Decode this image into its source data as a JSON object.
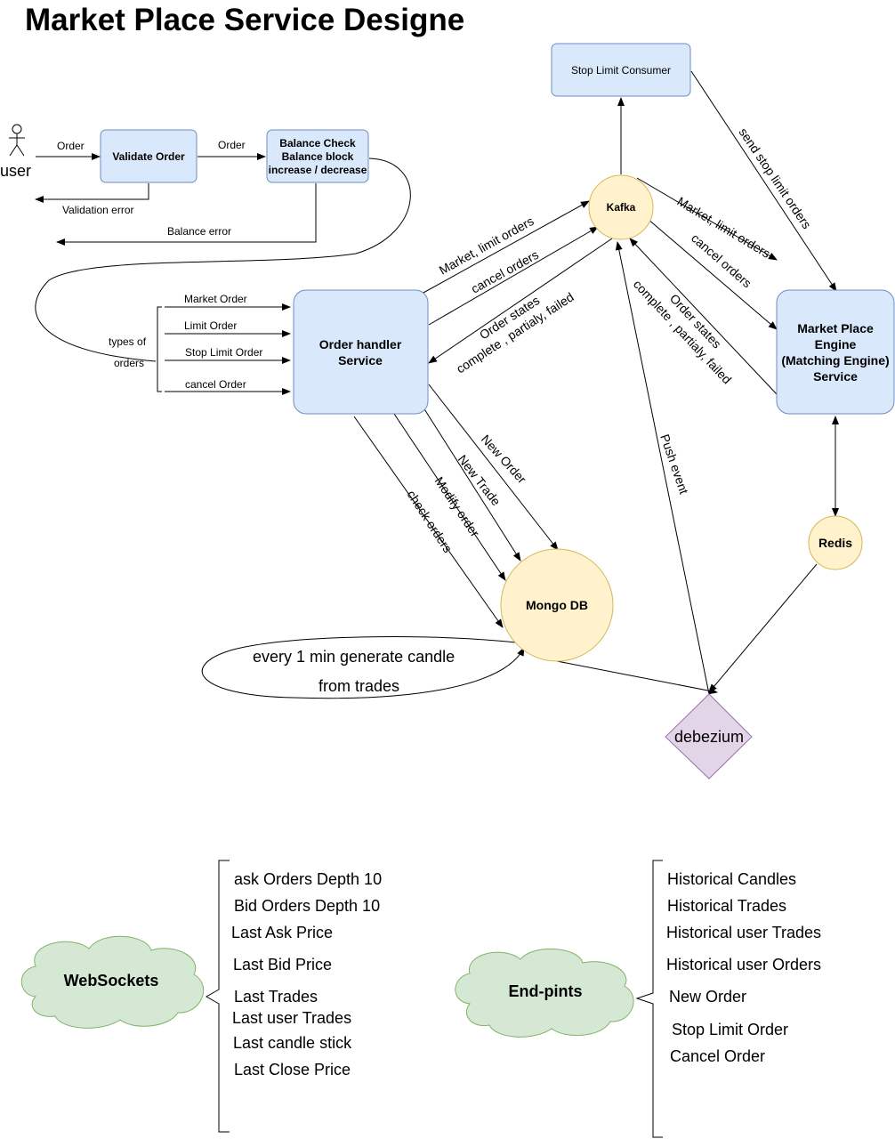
{
  "title": "Market Place Service Designe",
  "actor": {
    "label": "user"
  },
  "nodes": {
    "validate_order": "Validate Order",
    "balance_check": [
      "Balance Check",
      "Balance block",
      "increase / decrease"
    ],
    "stop_limit_consumer": "Stop Limit Consumer",
    "kafka": "Kafka",
    "order_handler": [
      "Order handler",
      "Service"
    ],
    "engine": [
      "Market Place",
      "Engine",
      "(Matching Engine)",
      "Service"
    ],
    "redis": "Redis",
    "mongo": "Mongo DB",
    "debezium": "debezium",
    "websockets": "WebSockets",
    "endpoints": "End-pints"
  },
  "edges": {
    "user_order": "Order",
    "validate_order": "Order",
    "validation_error": "Validation error",
    "balance_error": "Balance error",
    "types_of_orders": [
      "types of",
      "orders"
    ],
    "order_types": [
      "Market Order",
      "Limit Order",
      "Stop Limit Order",
      "cancel Order"
    ],
    "ohs_kafka_market": "Market, limit orders",
    "ohs_kafka_cancel": "cancel orders",
    "kafka_ohs_states": [
      "Order states",
      "complete , partialy, failed"
    ],
    "kafka_engine_market": "Market, limit orders",
    "kafka_engine_cancel": "cancel orders",
    "engine_kafka_states": [
      "Order states",
      "complete , partialy, failed"
    ],
    "stop_limit_send": "send stop limit orders",
    "push_event": "Push event",
    "new_order": "New Order",
    "new_trade": "New Trade",
    "modify_order": "Modify order",
    "check_orders": "check orders",
    "candle_loop": [
      "every 1 min generate candle",
      "from trades"
    ]
  },
  "websocket_items": [
    "ask Orders Depth 10",
    "Bid Orders Depth 10",
    "Last Ask Price",
    "Last Bid Price",
    "Last Trades",
    "Last user Trades",
    "Last candle stick",
    "Last Close Price"
  ],
  "endpoint_items": [
    "Historical Candles",
    "Historical Trades",
    "Historical user Trades",
    "Historical user Orders",
    "New Order",
    "Stop Limit Order",
    "Cancel Order"
  ],
  "colors": {
    "service": "#dae8fc",
    "store": "#fff2cc",
    "cdc": "#e1d5e7",
    "cloud": "#d5e8d4"
  }
}
